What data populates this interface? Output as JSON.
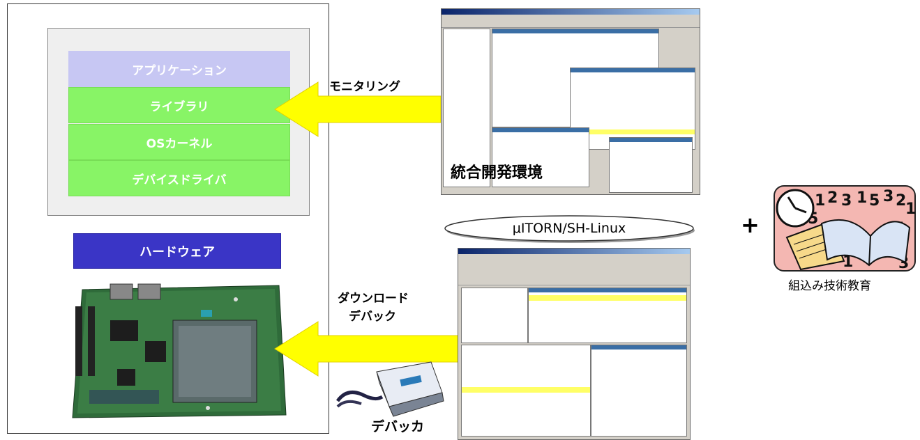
{
  "layers": {
    "application": "アプリケーション",
    "library": "ライブラリ",
    "os_kernel": "OSカーネル",
    "device_driver": "デバイスドライバ"
  },
  "hardware": "ハードウェア",
  "arrows": {
    "monitoring": "モニタリング",
    "download": "ダウンロード",
    "debug": "デバック"
  },
  "ide_label": "統合開発環境",
  "os_name": "μITORN/SH-Linux",
  "plus_sign": "+",
  "debugger_label": "デバッカ",
  "education_label": "組込み技術教育",
  "colors": {
    "application_layer": "#c7c7f3",
    "green_layers": "#88f466",
    "hardware": "#3a35c6",
    "arrow": "#ffff00"
  }
}
